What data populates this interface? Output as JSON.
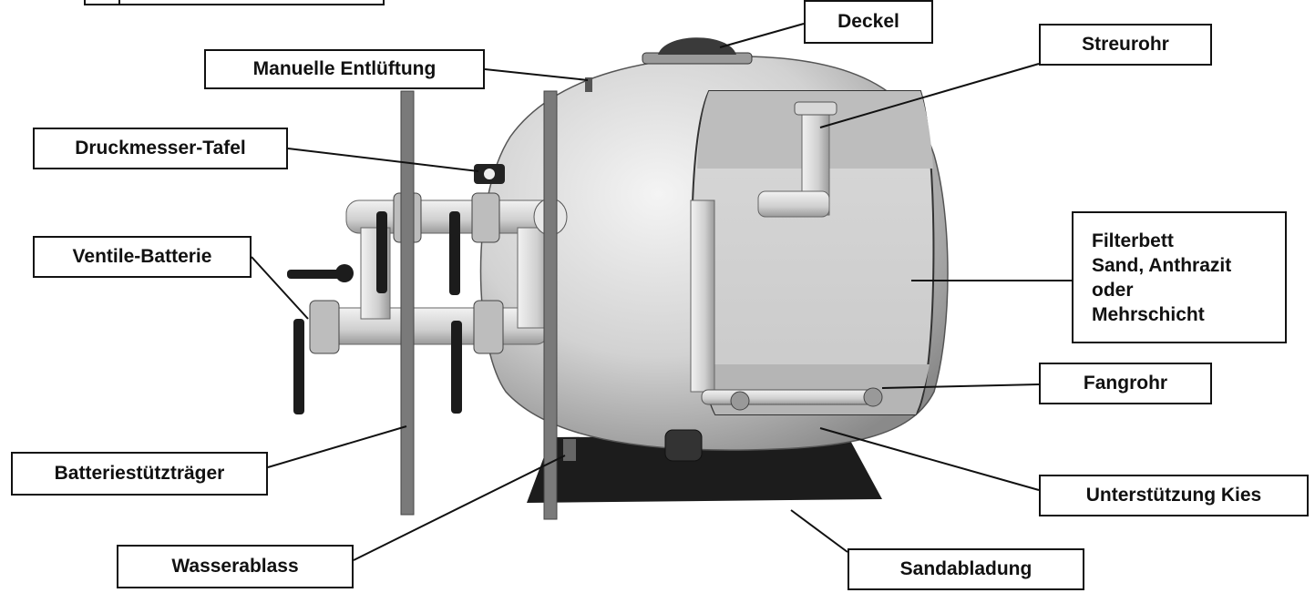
{
  "labels": {
    "deckel": "Deckel",
    "manuelle_entlueftung": "Manuelle Entlüftung",
    "streurohr": "Streurohr",
    "druckmesser_tafel": "Druckmesser-Tafel",
    "ventile_batterie": "Ventile-Batterie",
    "filterbett": [
      "Filterbett",
      "Sand, Anthrazit",
      "oder",
      "Mehrschicht"
    ],
    "fangrohr": "Fangrohr",
    "batteriestuetztraeger": "Batteriestützträger",
    "unterstuetzung_kies": "Unterstützung Kies",
    "wasserablass": "Wasserablass",
    "sandabladung": "Sandabladung"
  },
  "colors": {
    "line": "#111111",
    "tank_light": "#e6e6e6",
    "tank_mid": "#bdbdbd",
    "tank_dark": "#7a7a7a",
    "base": "#1c1c1c",
    "pipe": "#d9d9d9"
  }
}
